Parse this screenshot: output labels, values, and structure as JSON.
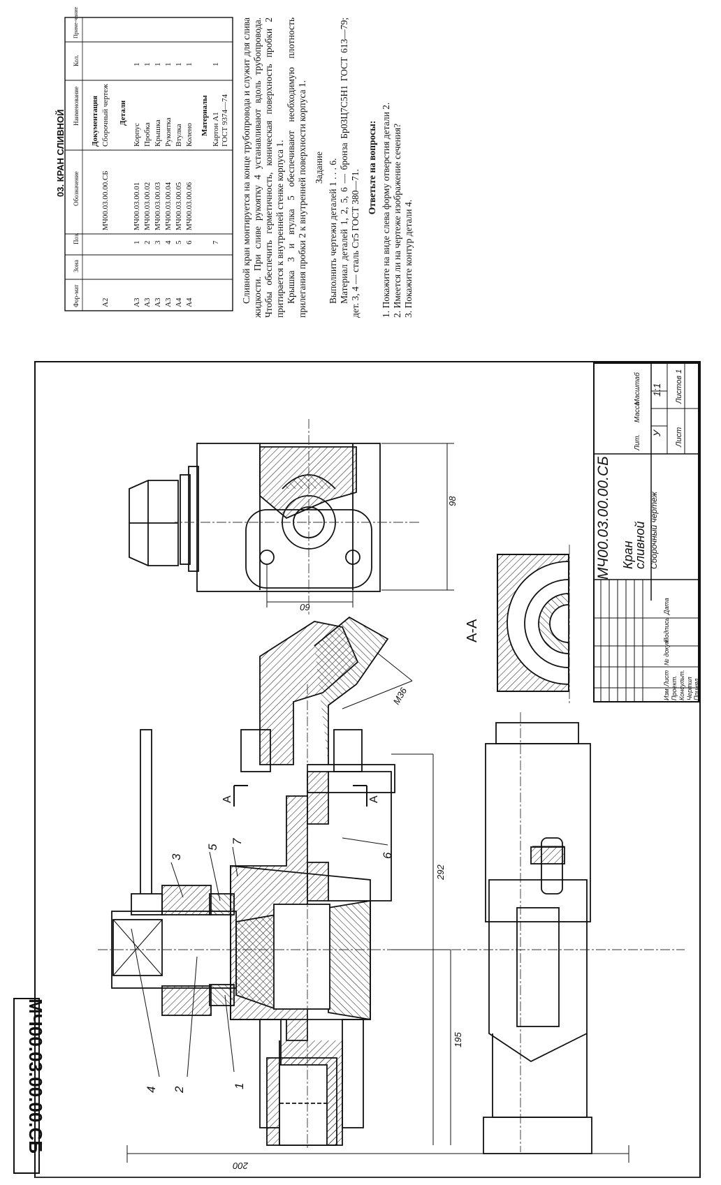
{
  "header": {
    "title": "03. КРАН СЛИВНОЙ"
  },
  "spec_table": {
    "columns": [
      "Фор-мат",
      "Зона",
      "Поз.",
      "Обозначение",
      "Наименование",
      "Кол.",
      "Приме-чание"
    ],
    "sections": [
      {
        "heading": "Документация",
        "rows": [
          {
            "format": "А2",
            "pos": "",
            "designation": "МЧ00.03.00.00.СБ",
            "name": "Сборочный чертеж",
            "qty": ""
          }
        ]
      },
      {
        "heading": "Детали",
        "rows": [
          {
            "format": "А3",
            "pos": "1",
            "designation": "МЧ00.03.00.01",
            "name": "Корпус",
            "qty": "1"
          },
          {
            "format": "А3",
            "pos": "2",
            "designation": "МЧ00.03.00.02",
            "name": "Пробка",
            "qty": "1"
          },
          {
            "format": "А3",
            "pos": "3",
            "designation": "МЧ00.03.00.03",
            "name": "Крышка",
            "qty": "1"
          },
          {
            "format": "А3",
            "pos": "4",
            "designation": "МЧ00.03.00.04",
            "name": "Рукоятка",
            "qty": "1"
          },
          {
            "format": "А4",
            "pos": "5",
            "designation": "МЧ00.03.00.05",
            "name": "Втулка",
            "qty": "1"
          },
          {
            "format": "А4",
            "pos": "6",
            "designation": "МЧ00.03.00.06",
            "name": "Колено",
            "qty": "1"
          }
        ]
      },
      {
        "heading": "Материалы",
        "rows": [
          {
            "format": "",
            "pos": "7",
            "designation": "",
            "name": "Картон А1",
            "qty": "1"
          },
          {
            "format": "",
            "pos": "",
            "designation": "",
            "name": "ГОСТ 9374—74",
            "qty": ""
          }
        ]
      }
    ]
  },
  "description": {
    "paragraphs": [
      "Сливной кран монтируется на конце трубопровода и служит для слива жидкости. При сливе рукоятку 4 устанавливают вдоль трубопровода. Чтобы обеспечить герметичность, коническая поверхность пробки 2 притирается к внутренней стенке корпуса 1.",
      "Крышка 3 и втулка 5 обеспечивают необходимую плотность прилегания пробки 2 к внутренней поверхности корпуса 1."
    ]
  },
  "task": {
    "heading": "Задание",
    "lines": [
      "Выполнить чертежи деталей 1 . . . 6.",
      "Материал деталей 1, 2, 5, 6 — бронза Бр03Ц7С5Н1 ГОСТ 613—79; дет. 3, 4 — сталь Ст5 ГОСТ 380—71."
    ]
  },
  "questions": {
    "heading": "Ответьте на вопросы:",
    "items": [
      "1. Покажите на виде слева форму отверстия детали 2.",
      "2. Имеется ли на чертеже изображение сечения?",
      "3. Покажите контур детали 4."
    ]
  },
  "drawing": {
    "corner_code": "МЧ00.03.00.00.СБ",
    "section_label": "А-А",
    "section_marks": [
      "А",
      "А"
    ],
    "position_labels": [
      "1",
      "2",
      "3",
      "4",
      "5",
      "6",
      "7"
    ],
    "dimensions": {
      "d200": "200",
      "d195": "195",
      "d292": "292",
      "d98": "98",
      "d60": "60",
      "thread": "М36"
    }
  },
  "title_block": {
    "designation": "МЧ00.03.00.00.СБ",
    "name_line1": "Кран",
    "name_line2": "сливной",
    "name_line3": "Сборочный чертеж",
    "hdr_lit": "Лит.",
    "hdr_mass": "Масса",
    "hdr_scale": "Масштаб",
    "lit_value": "У",
    "scale_value": "1:1",
    "sheet": "Лист",
    "sheets": "Листов 1",
    "change_headers": [
      "Изм",
      "Лист",
      "№ докум.",
      "Подпись",
      "Дата"
    ],
    "roles": [
      "Проект.",
      "Консульт.",
      "Чертил",
      "Принял"
    ]
  }
}
